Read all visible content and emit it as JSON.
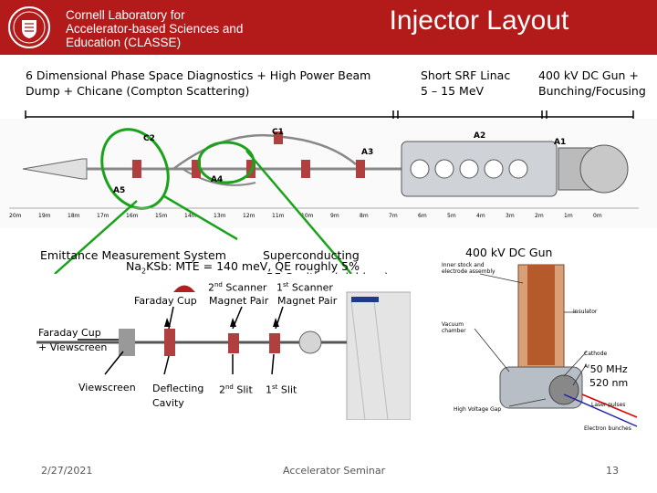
{
  "header": {
    "org_line1": "Cornell Laboratory for",
    "org_line2": "Accelerator-based Sciences and",
    "org_line3": "Education (CLASSE)",
    "title": "Injector Layout",
    "brand_color": "#b31b1b"
  },
  "top_labels": {
    "diag_line1": "6 Dimensional Phase Space Diagnostics + High Power Beam",
    "diag_line2": "Dump + Chicane (Compton Scattering)",
    "linac_line1": "Short SRF Linac",
    "linac_line2": "5 – 15 MeV",
    "gun_line1": "400 kV DC Gun +",
    "gun_line2": "Bunching/Focusing"
  },
  "layout_tags": {
    "c1": "C1",
    "c2": "C2",
    "a1": "A1",
    "a2": "A2",
    "a3": "A3",
    "a4": "A4",
    "a5": "A5"
  },
  "scale_ticks": [
    "20m",
    "19m",
    "18m",
    "17m",
    "16m",
    "15m",
    "14m",
    "13m",
    "12m",
    "11m",
    "10m",
    "9m",
    "8m",
    "7m",
    "6m",
    "5m",
    "4m",
    "3m",
    "2m",
    "1m",
    "0m"
  ],
  "middle": {
    "emittance": "Emittance Measurement System",
    "superconducting": "Superconducting",
    "rf_cavities": "RF Cavities (niobium)",
    "naksb": "Na",
    "naksb_sub": "2",
    "naksb_rest": "KSb: MTE = 140 meV, QE roughly 5%",
    "scanner2": "2",
    "scanner2_sup": "nd",
    "scanner2_rest": " Scanner",
    "scanner1": "1",
    "scanner1_sup": "st",
    "scanner1_rest": " Scanner",
    "faraday_cup": "Faraday Cup",
    "magnet_pair1": "Magnet Pair",
    "magnet_pair2": "Magnet Pair",
    "faraday_cup_screen_line1": "Faraday Cup",
    "faraday_cup_screen_line2": "+ Viewscreen",
    "viewscreen": "Viewscreen",
    "deflecting_line1": "Deflecting",
    "deflecting_line2": "Cavity",
    "slit2": "2",
    "slit2_sup": "nd",
    "slit2_rest": " Slit",
    "slit1": "1",
    "slit1_sup": "st",
    "slit1_rest": " Slit"
  },
  "gun_panel": {
    "title": "400 kV DC Gun",
    "inner_stock_line1": "Inner stock and",
    "inner_stock_line2": "electrode assembly",
    "insulator": "Insulator",
    "vacuum_line1": "Vacuum",
    "vacuum_line2": "chamber",
    "cathode": "Cathode",
    "anode": "Anode",
    "hv_gap": "High Voltage Gap",
    "laser": "Laser pulses",
    "electron_bunches": "Electron bunches",
    "freq_line1": "50 MHz",
    "freq_line2": "520 nm"
  },
  "footer": {
    "date": "2/27/2021",
    "event": "Accelerator Seminar",
    "page": "13"
  }
}
